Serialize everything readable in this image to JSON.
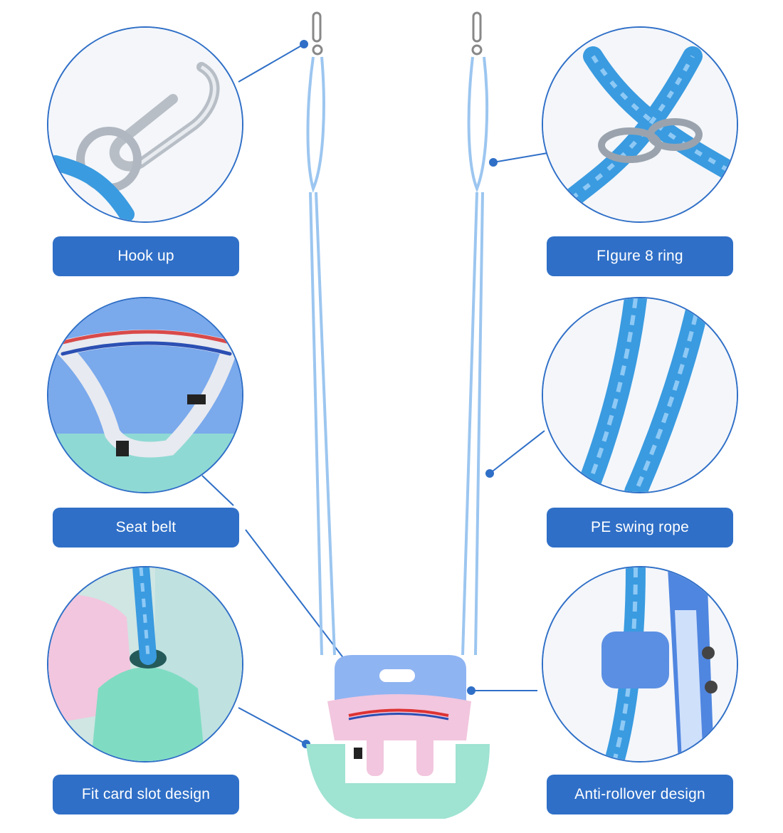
{
  "features": {
    "hook": {
      "label": "Hook up"
    },
    "ring": {
      "label": "FIgure 8 ring"
    },
    "belt": {
      "label": "Seat belt"
    },
    "rope": {
      "label": "PE swing rope"
    },
    "slot": {
      "label": "Fit card slot design"
    },
    "rollover": {
      "label": "Anti-rollover design"
    }
  },
  "colors": {
    "accent": "#2f6fc7",
    "rope": "#3a9be0",
    "seat_back": "#8fb4f2",
    "seat_front": "#f2c6de",
    "seat_base": "#9fe3d2"
  }
}
